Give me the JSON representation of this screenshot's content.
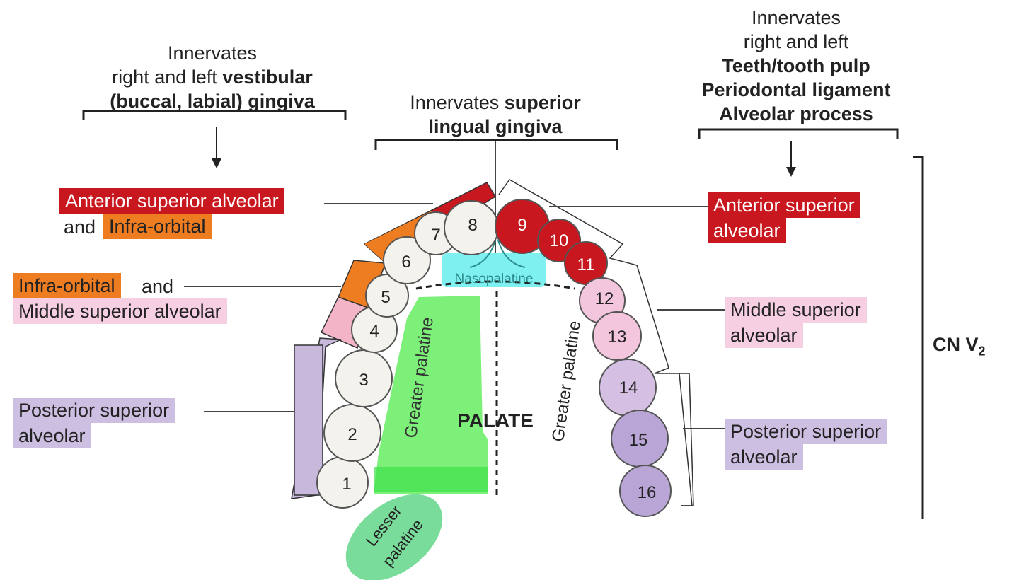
{
  "headings": {
    "left": {
      "line1": "Innervates",
      "line2_pre": "right and left ",
      "line2_bold": "vestibular",
      "line3_bold": "(buccal, labial) gingiva"
    },
    "center": {
      "line1_pre": "Innervates ",
      "line1_bold": "superior",
      "line2_bold": "lingual gingiva"
    },
    "right": {
      "line1": "Innervates",
      "line2": "right and left",
      "line3": "Teeth/tooth pulp",
      "line4": "Periodontal ligament",
      "line5": "Alveolar process"
    }
  },
  "left_labels": {
    "asa": "Anterior superior alveolar",
    "and1": "and",
    "infra1": "Infra-orbital",
    "infra2": "Infra-orbital",
    "and2": "and",
    "msa": "Middle superior alveolar",
    "psa_line1": "Posterior superior",
    "psa_line2": "alveolar"
  },
  "right_labels": {
    "asa_line1": "Anterior superior",
    "asa_line2": "alveolar",
    "msa_line1": "Middle superior",
    "msa_line2": "alveolar",
    "psa_line1": "Posterior superior",
    "psa_line2": "alveolar"
  },
  "cn": {
    "main": "CN V",
    "sub": "2"
  },
  "palate": {
    "title": "PALATE",
    "nasopalatine": "Nasopalatine",
    "greater_left": "Greater palatine",
    "greater_right": "Greater palatine",
    "lesser_line1": "Lesser",
    "lesser_line2": "palatine"
  },
  "teeth": [
    "1",
    "2",
    "3",
    "4",
    "5",
    "6",
    "7",
    "8",
    "9",
    "10",
    "11",
    "12",
    "13",
    "14",
    "15",
    "16"
  ],
  "colors": {
    "asa": "#c8171e",
    "infra_orbital": "#ee7d22",
    "msa": "#f7cfe3",
    "psa": "#cdbfe1",
    "greater_palatine": "#7df07a",
    "nasopalatine": "#7ff0f0",
    "lesser_palatine": "#79dc9a",
    "tooth": "#f4f2ec"
  }
}
